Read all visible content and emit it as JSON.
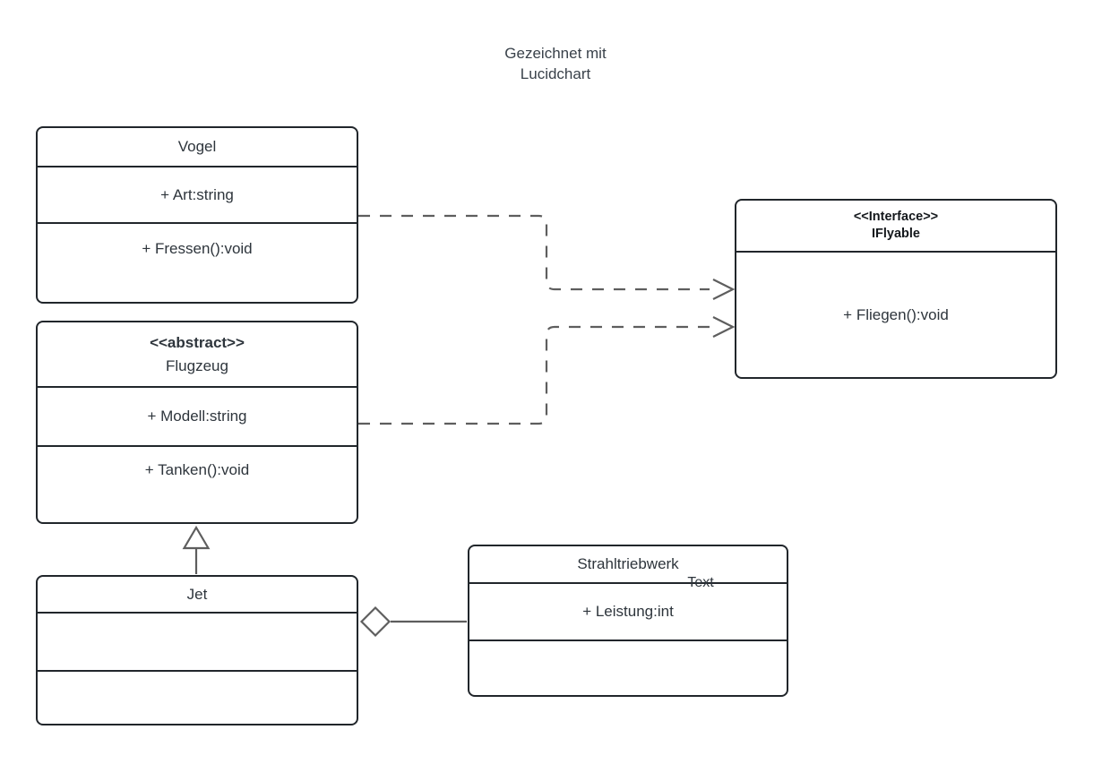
{
  "watermark": {
    "line1": "Gezeichnet mit",
    "line2": "Lucidchart"
  },
  "classes": {
    "vogel": {
      "name": "Vogel",
      "attributes": [
        "+ Art:string"
      ],
      "methods": [
        "+ Fressen():void"
      ]
    },
    "flugzeug": {
      "stereotype": "<<abstract>>",
      "name": "Flugzeug",
      "attributes": [
        "+ Modell:string"
      ],
      "methods": [
        "+ Tanken():void"
      ]
    },
    "iflyable": {
      "stereotype": "<<Interface>>",
      "name": "IFlyable",
      "methods": [
        "+ Fliegen():void"
      ]
    },
    "jet": {
      "name": "Jet",
      "attributes": [],
      "methods": []
    },
    "strahltriebwerk": {
      "name": "Strahltriebwerk",
      "attributes": [
        "+ Leistung:int"
      ],
      "methods": []
    }
  },
  "connectors": {
    "vogel_to_iflyable": {
      "kind": "realization-dashed-open-arrow"
    },
    "flugzeug_to_iflyable": {
      "kind": "realization-dashed-open-arrow"
    },
    "jet_to_flugzeug": {
      "kind": "inheritance-hollow-triangle"
    },
    "jet_to_strahltriebwerk": {
      "kind": "aggregation-hollow-diamond",
      "label": "Text"
    }
  },
  "colors": {
    "background": "#ffffff",
    "box_border": "#21262b",
    "text": "#2e353c",
    "connector": "#5e5e5e"
  }
}
